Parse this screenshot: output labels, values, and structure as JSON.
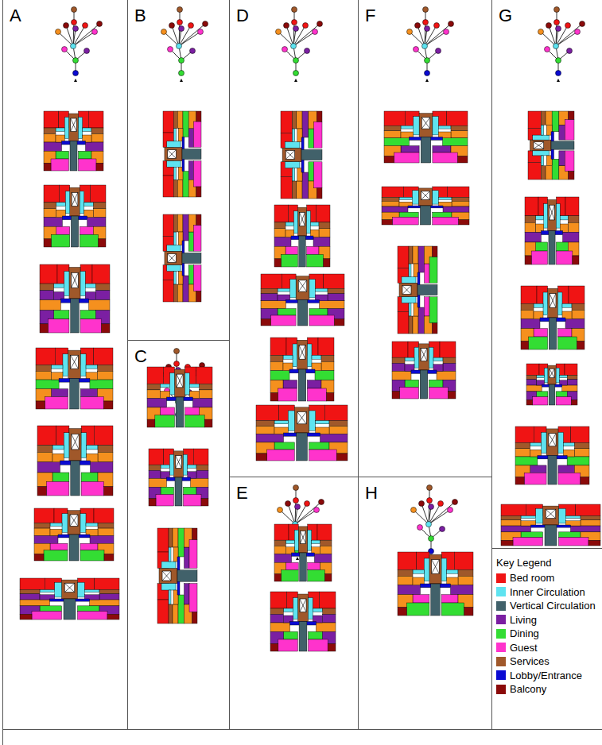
{
  "diagram": {
    "nodes": [
      {
        "text": [
          "A"
        ]
      },
      {
        "text": [
          "B"
        ]
      },
      {
        "text": [
          "C"
        ]
      },
      {
        "text": [
          "D"
        ]
      },
      {
        "text": [
          "E"
        ]
      },
      {
        "text": [
          "F"
        ]
      },
      {
        "text": [
          "G"
        ]
      },
      {
        "text": [
          "H"
        ]
      }
    ],
    "labels": [
      "Key Legend"
    ],
    "legend": [
      {
        "text": "Bed room",
        "color": "#f01414"
      },
      {
        "text": "Inner Circulation",
        "color": "#5ee3f0"
      },
      {
        "text": "Vertical Circulation",
        "color": "#41616a"
      },
      {
        "text": "Living",
        "color": "#7b1fa2"
      },
      {
        "text": "Dining",
        "color": "#33dd33"
      },
      {
        "text": "Guest",
        "color": "#ff33cc"
      },
      {
        "text": "Services",
        "color": "#a0582a"
      },
      {
        "text": "Lobby/Entrance",
        "color": "#0a0ad2"
      },
      {
        "text": "Balcony",
        "color": "#8b0a0a"
      }
    ]
  }
}
